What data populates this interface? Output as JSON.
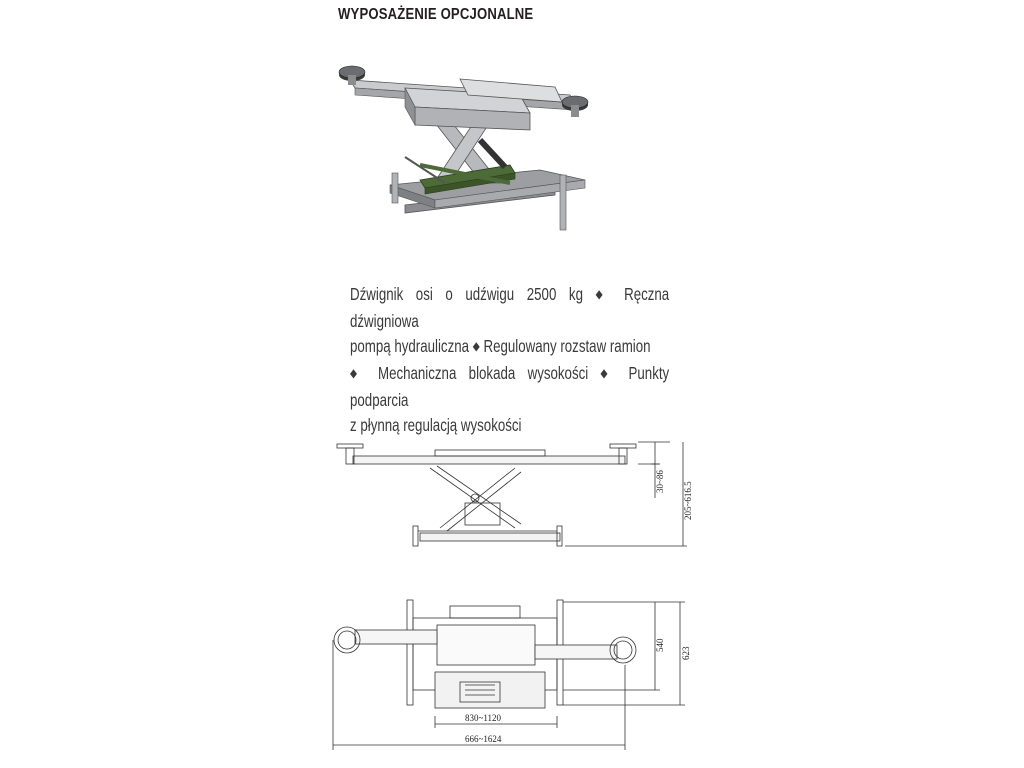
{
  "page": {
    "title": "WYPOSAŻENIE OPCJONALNE",
    "description": {
      "lines": [
        [
          "Dźwignik osi o udźwigu 2500 kg",
          "Ręczna dźwigniowa"
        ],
        [
          "pompą hydrauliczna",
          "Regulowany rozstaw ramion"
        ],
        [
          "",
          "Mechaniczna blokada wysokości",
          "Punkty podparcia"
        ],
        [
          "z płynną regulacją wysokości"
        ]
      ],
      "bullet": "◆"
    }
  },
  "drawings": {
    "side_view": {
      "dim_lift": "30~86",
      "dim_height": "205~616.5"
    },
    "top_view": {
      "dim_depth_inner": "540",
      "dim_depth_outer": "623",
      "dim_width_inner": "830~1120",
      "dim_width_outer": "666~1624"
    }
  },
  "colors": {
    "steel": "#b4b6b8",
    "steel_dark": "#7d8084",
    "pump_green": "#4d6b36",
    "line": "#333333"
  }
}
